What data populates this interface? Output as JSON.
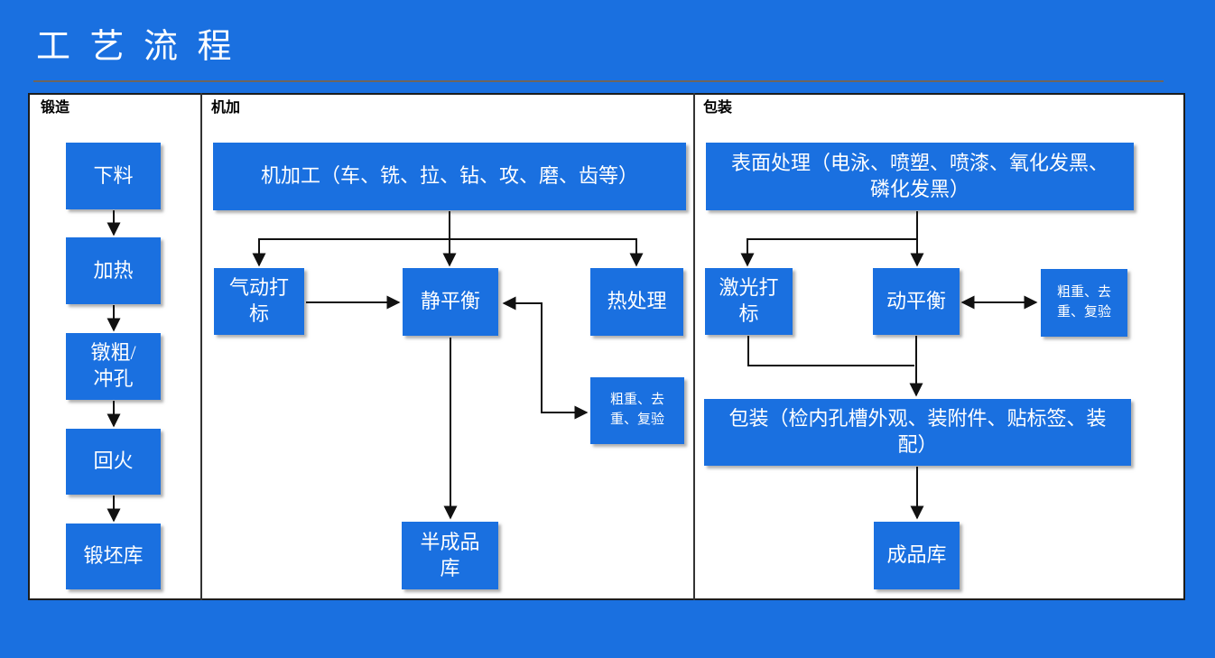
{
  "slide": {
    "title": "工 艺 流 程"
  },
  "columns": {
    "forging": {
      "header": "锻造"
    },
    "machining": {
      "header": "机加"
    },
    "packaging": {
      "header": "包装"
    }
  },
  "nodes": {
    "xialiao": "下料",
    "jiare": "加热",
    "duncu_chongkong": "镦粗/\n冲孔",
    "huihuo": "回火",
    "duanpeiku": "锻坯库",
    "jijiagong": "机加工（车、铣、拉、钻、攻、磨、齿等）",
    "qidong_dabiao": "气动打\n标",
    "jingpingheng": "静平衡",
    "rechuli": "热处理",
    "cuzhong_jijia": "粗重、去\n重、复验",
    "banchengpinku": "半成品\n库",
    "biaomian_chuli": "表面处理（电泳、喷塑、喷漆、氧化发黑、\n磷化发黑）",
    "jiguang_dabiao": "激光打\n标",
    "dongpingheng": "动平衡",
    "cuzhong_baozhuang": "粗重、去\n重、复验",
    "baozhuang": "包装（检内孔槽外观、装附件、贴标签、装\n配）",
    "chengpinku": "成品库"
  },
  "colors": {
    "accent_blue": "#1A70E0",
    "panel_white": "#FFFFFF",
    "line_black": "#111111",
    "text_white": "#FFFFFF"
  }
}
